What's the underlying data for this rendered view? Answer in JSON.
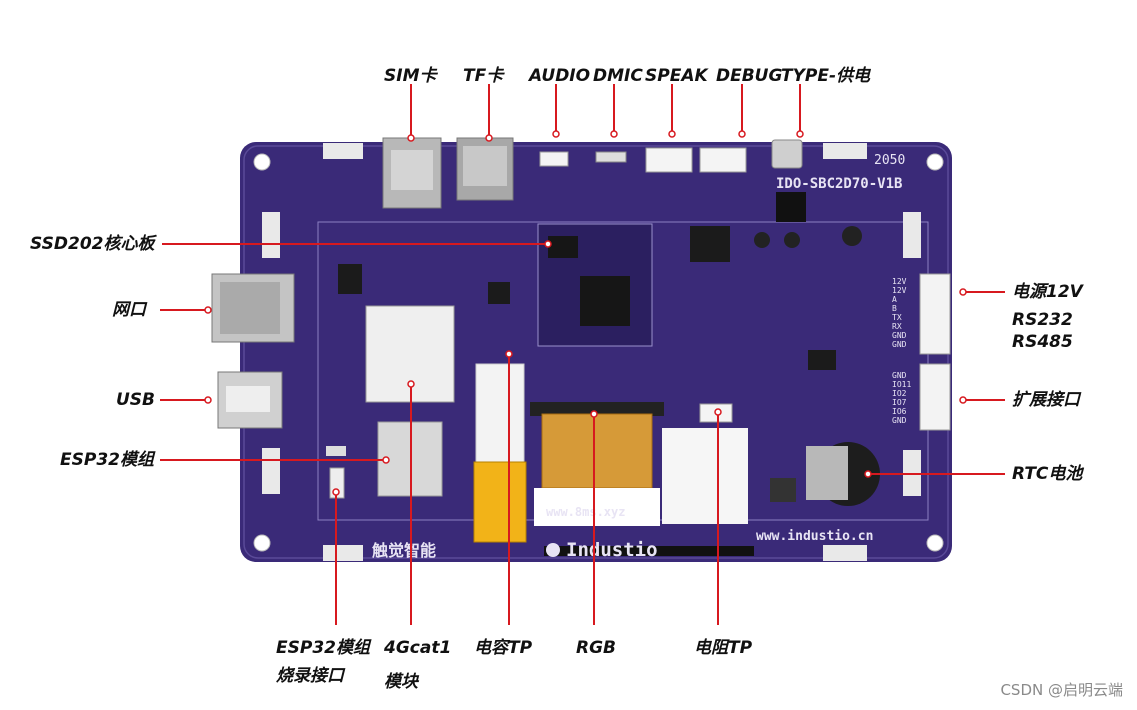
{
  "labels": {
    "sim": "SIM卡",
    "tf": "TF卡",
    "audio": "AUDIO",
    "dmic": "DMIC",
    "speak": "SPEAK",
    "debug": "DEBUG",
    "type_power": "TYPE-供电",
    "core_board": "SSD202核心板",
    "ethernet": "网口",
    "usb": "USB",
    "esp32": "ESP32模组",
    "power12v": "电源12V",
    "rs232": "RS232",
    "rs485": "RS485",
    "expansion": "扩展接口",
    "rtc": "RTC电池",
    "esp32_flash_1": "ESP32模组",
    "esp32_flash_2": "烧录接口",
    "cat1_1": "4Gcat1",
    "cat1_2": "模块",
    "cap_tp": "电容TP",
    "rgb": "RGB",
    "res_tp": "电阻TP"
  },
  "board": {
    "model": "IDO-SBC2D70-V1B",
    "code": "2050",
    "url_left": "www.8ms.xyz",
    "url_right": "www.industio.cn",
    "brand": "Industio",
    "brand_cn": "触觉智能",
    "pin_top": [
      "12V",
      "12V",
      "A",
      "B",
      "TX",
      "RX",
      "GND",
      "GND"
    ],
    "pin_bottom": [
      "GND",
      "IO11",
      "IO2",
      "IO7",
      "IO6",
      "GND"
    ]
  },
  "watermark": "CSDN @启明云端",
  "colors": {
    "pcb": "#3a2a78",
    "callout": "#d7191f",
    "silk": "#e8e4f4"
  }
}
